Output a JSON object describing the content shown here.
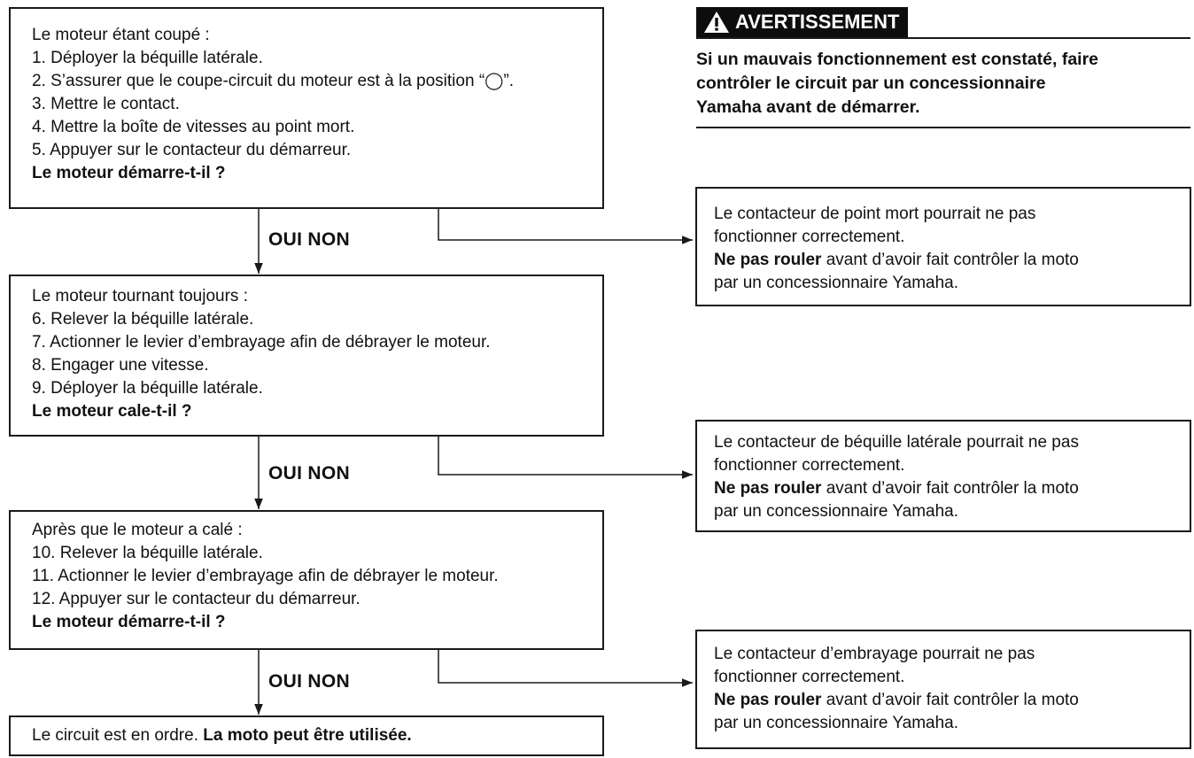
{
  "warning": {
    "title": "AVERTISSEMENT",
    "lines": [
      "Si un mauvais fonctionnement est constaté, faire",
      "contrôler le circuit par un concessionnaire",
      "Yamaha avant de démarrer."
    ]
  },
  "steps": [
    {
      "lines": [
        "Le moteur étant coupé :",
        "1. Déployer la béquille latérale.",
        "2. S’assurer que le coupe-circuit du moteur est à la position “◯”.",
        "3. Mettre le contact.",
        "4. Mettre la boîte de vitesses au point mort.",
        "5. Appuyer sur le contacteur du démarreur."
      ],
      "question": "Le moteur démarre-t-il ?"
    },
    {
      "lines": [
        "Le moteur tournant toujours :",
        "6. Relever la béquille latérale.",
        "7. Actionner le levier d’embrayage afin de débrayer le moteur.",
        "8. Engager une vitesse.",
        "9. Déployer la béquille latérale."
      ],
      "question": "Le moteur cale-t-il ?"
    },
    {
      "lines": [
        "Après que le moteur a calé :",
        "10. Relever la béquille latérale.",
        "11. Actionner le levier d’embrayage afin de débrayer le moteur.",
        "12. Appuyer sur le contacteur du démarreur."
      ],
      "question": "Le moteur démarre-t-il ?"
    }
  ],
  "decision": {
    "label": "OUI NON"
  },
  "final": {
    "normal": "Le circuit est en ordre. ",
    "bold": "La moto peut être utilisée."
  },
  "failures": [
    {
      "lines": [
        "Le contacteur de point mort pourrait ne pas",
        "fonctionner correctement."
      ],
      "bold": "Ne pas rouler",
      "rest": " avant d’avoir fait contrôler la moto",
      "last": "par un concessionnaire Yamaha."
    },
    {
      "lines": [
        "Le contacteur de béquille latérale pourrait ne pas",
        "fonctionner correctement."
      ],
      "bold": "Ne pas rouler",
      "rest": " avant d’avoir fait contrôler la moto",
      "last": "par un concessionnaire Yamaha."
    },
    {
      "lines": [
        "Le contacteur d’embrayage pourrait ne pas",
        "fonctionner correctement."
      ],
      "bold": "Ne pas rouler",
      "rest": " avant d’avoir fait contrôler la moto",
      "last": "par un concessionnaire Yamaha."
    }
  ]
}
